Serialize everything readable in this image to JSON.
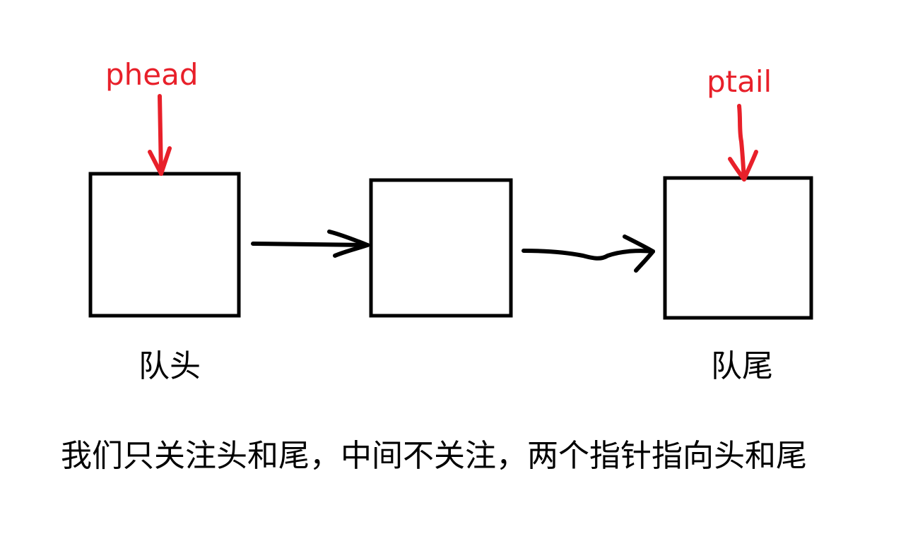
{
  "colors": {
    "pointer": "#e8202a",
    "ink": "#000000",
    "background": "#ffffff"
  },
  "pointers": {
    "head": {
      "label": "phead"
    },
    "tail": {
      "label": "ptail"
    }
  },
  "nodes": [
    {
      "caption": "队头"
    },
    {
      "caption": ""
    },
    {
      "caption": "队尾"
    }
  ],
  "caption": "我们只关注头和尾，中间不关注，两个指针指向头和尾"
}
